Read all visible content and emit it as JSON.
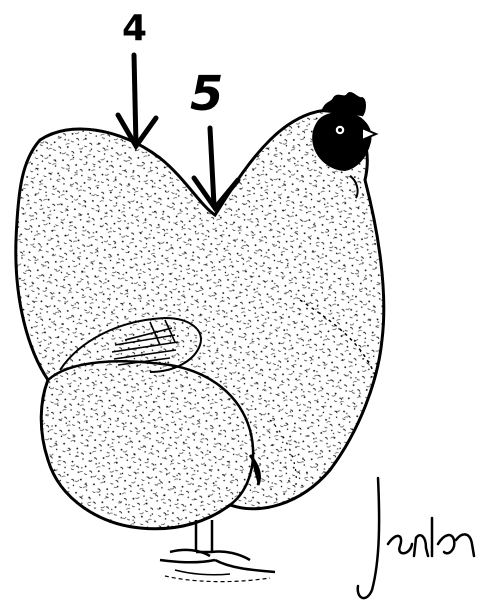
{
  "figure": {
    "markers": [
      {
        "label": "4"
      },
      {
        "label": "5"
      }
    ],
    "signature_text": "Jenks",
    "colors": {
      "ink": "#000000",
      "paper": "#ffffff"
    }
  }
}
